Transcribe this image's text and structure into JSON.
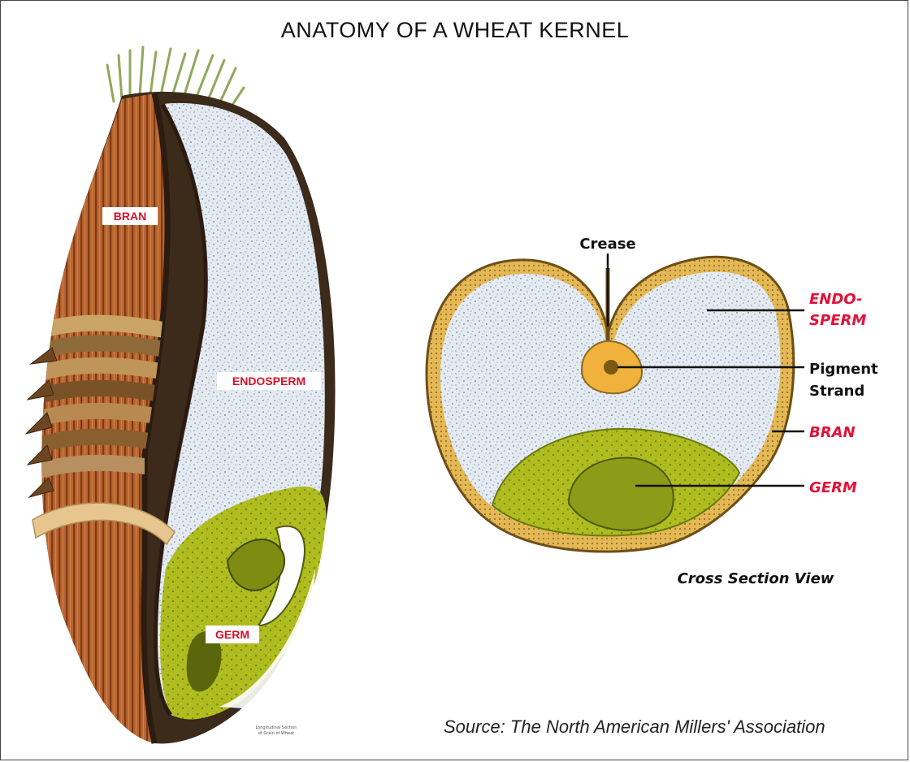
{
  "title": "ANATOMY OF A WHEAT KERNEL",
  "longitudinal": {
    "labels": {
      "bran": "BRAN",
      "endosperm": "ENDOSPERM",
      "germ": "GERM"
    },
    "caption_lines": [
      "Longitudinal Section",
      "of Grain of Wheat"
    ]
  },
  "cross_section": {
    "labels": {
      "crease": "Crease",
      "endosperm_line1": "ENDO-",
      "endosperm_line2": "SPERM",
      "pigment_line1": "Pigment",
      "pigment_line2": "Strand",
      "bran": "BRAN",
      "germ": "GERM"
    },
    "view_caption": "Cross Section View"
  },
  "source": "Source: The North American Millers' Association",
  "colors": {
    "bran": "#b5622e",
    "endosperm": "#dfe6ee",
    "germ": "#a8b820",
    "husk_green": "#9cb46a",
    "label_red": "#d8102a",
    "rim_gold": "#e2b54e"
  }
}
